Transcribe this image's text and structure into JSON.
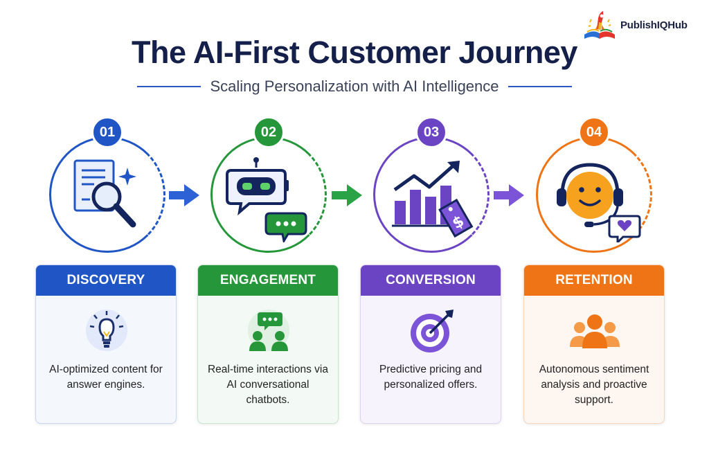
{
  "brand": {
    "name": "PublishIQHub"
  },
  "title": "The AI-First Customer Journey",
  "subtitle": "Scaling Personalization with AI Intelligence",
  "colors": {
    "title": "#15204a",
    "discovery": "#1f55c4",
    "engagement": "#25963a",
    "conversion": "#6b44c4",
    "retention": "#ef7415"
  },
  "steps": [
    {
      "number": "01",
      "label": "DISCOVERY",
      "description": "AI-optimized content for answer engines.",
      "ring_icon": "document-search-icon",
      "card_icon": "lightbulb-icon"
    },
    {
      "number": "02",
      "label": "ENGAGEMENT",
      "description": "Real-time interactions via AI conversational chatbots.",
      "ring_icon": "robot-chat-icon",
      "card_icon": "people-chat-icon"
    },
    {
      "number": "03",
      "label": "CONVERSION",
      "description": "Predictive pricing and personalized offers.",
      "ring_icon": "growth-chart-price-tag-icon",
      "card_icon": "target-icon"
    },
    {
      "number": "04",
      "label": "RETENTION",
      "description": "Autonomous sentiment analysis and proactive support.",
      "ring_icon": "headset-support-icon",
      "card_icon": "customer-group-icon"
    }
  ]
}
